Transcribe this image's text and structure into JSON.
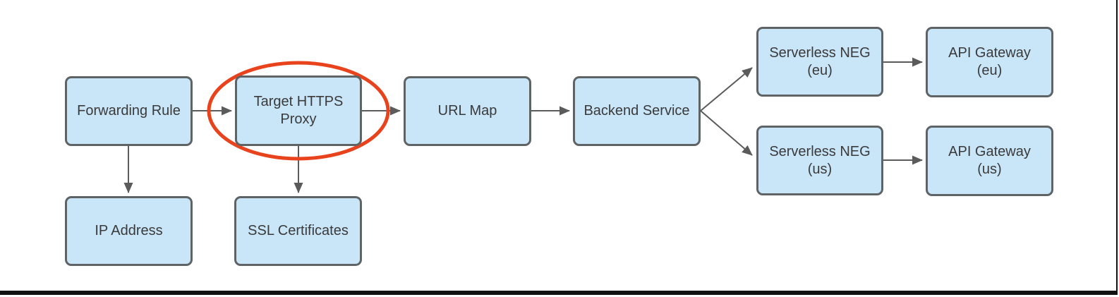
{
  "colors": {
    "node_fill": "#c9e5f8",
    "node_border": "#5e6366",
    "arrow": "#5b5b5b",
    "highlight": "#e8431c",
    "text": "#3a3a3a",
    "frame": "#111111"
  },
  "nodes": {
    "forwarding_rule": {
      "label": "Forwarding Rule"
    },
    "target_https_proxy": {
      "label": "Target HTTPS\nProxy"
    },
    "url_map": {
      "label": "URL Map"
    },
    "backend_service": {
      "label": "Backend Service"
    },
    "serverless_neg_eu": {
      "label": "Serverless NEG\n(eu)"
    },
    "api_gateway_eu": {
      "label": "API Gateway\n(eu)"
    },
    "serverless_neg_us": {
      "label": "Serverless NEG\n(us)"
    },
    "api_gateway_us": {
      "label": "API Gateway\n(us)"
    },
    "ip_address": {
      "label": "IP Address"
    },
    "ssl_certificates": {
      "label": "SSL Certificates"
    }
  },
  "edges": [
    {
      "from": "Forwarding Rule",
      "to": "Target HTTPS Proxy"
    },
    {
      "from": "Target HTTPS Proxy",
      "to": "URL Map"
    },
    {
      "from": "URL Map",
      "to": "Backend Service"
    },
    {
      "from": "Backend Service",
      "to": "Serverless NEG (eu)"
    },
    {
      "from": "Backend Service",
      "to": "Serverless NEG (us)"
    },
    {
      "from": "Serverless NEG (eu)",
      "to": "API Gateway (eu)"
    },
    {
      "from": "Serverless NEG (us)",
      "to": "API Gateway (us)"
    },
    {
      "from": "Forwarding Rule",
      "to": "IP Address"
    },
    {
      "from": "Target HTTPS Proxy",
      "to": "SSL Certificates"
    }
  ],
  "annotations": [
    {
      "type": "ellipse",
      "around": "Target HTTPS Proxy",
      "color": "#e8431c"
    }
  ]
}
